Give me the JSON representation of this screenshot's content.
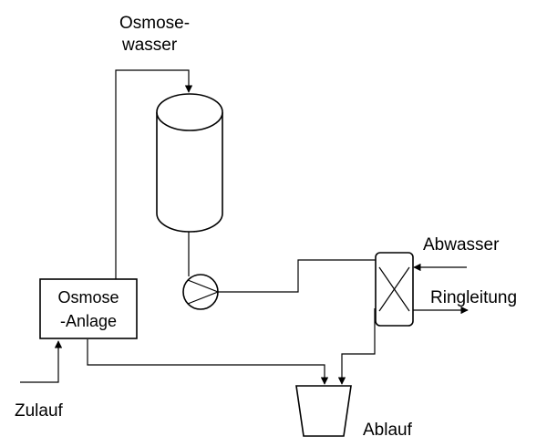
{
  "labels": {
    "osmose_wasser_line1": "Osmose-",
    "osmose_wasser_line2": "wasser",
    "abwasser": "Abwasser",
    "ringleitung": "Ringleitung",
    "zulauf": "Zulauf",
    "ablauf": "Ablauf",
    "osmose_anlage_line1": "Osmose",
    "osmose_anlage_line2": "-Anlage"
  }
}
